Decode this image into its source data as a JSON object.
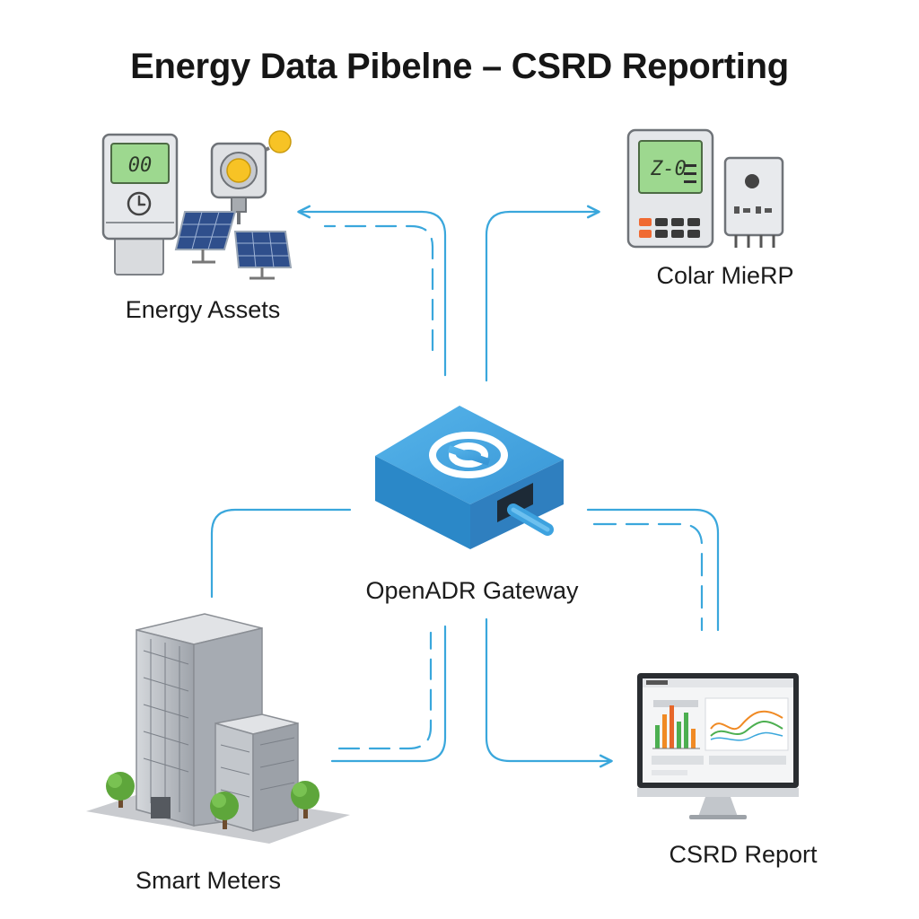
{
  "title": "Energy Data Pibelne – CSRD Reporting",
  "colors": {
    "connector": "#3aa7dc",
    "gateway_top": "#3ea2e0",
    "gateway_side": "#2a86c6",
    "screen_green": "#9dd88f",
    "solar_panel": "#2f4f8c",
    "sun": "#f7c325",
    "building": "#b3b7bd",
    "tree": "#5ea63b",
    "chart_green": "#4caf50",
    "chart_orange": "#f08a24"
  },
  "nodes": {
    "energy_assets": {
      "label": "Energy Assets",
      "meter_display": "00",
      "icons": [
        "smart-meter-icon",
        "solar-panel-icon",
        "sun-icon",
        "clock-icon"
      ]
    },
    "erp": {
      "label": "Colar MieRP",
      "display": "Z-0",
      "icons": [
        "erp-terminal-icon",
        "controller-box-icon"
      ]
    },
    "gateway": {
      "label": "OpenADR Gateway",
      "icons": [
        "gateway-device-icon",
        "link-logo-icon"
      ]
    },
    "smart_meters": {
      "label": "Smart Meters",
      "icons": [
        "office-building-icon",
        "tree-icon"
      ]
    },
    "csrd_report": {
      "label": "CSRD Report",
      "icons": [
        "monitor-icon",
        "bar-chart-icon",
        "line-chart-icon"
      ]
    }
  }
}
